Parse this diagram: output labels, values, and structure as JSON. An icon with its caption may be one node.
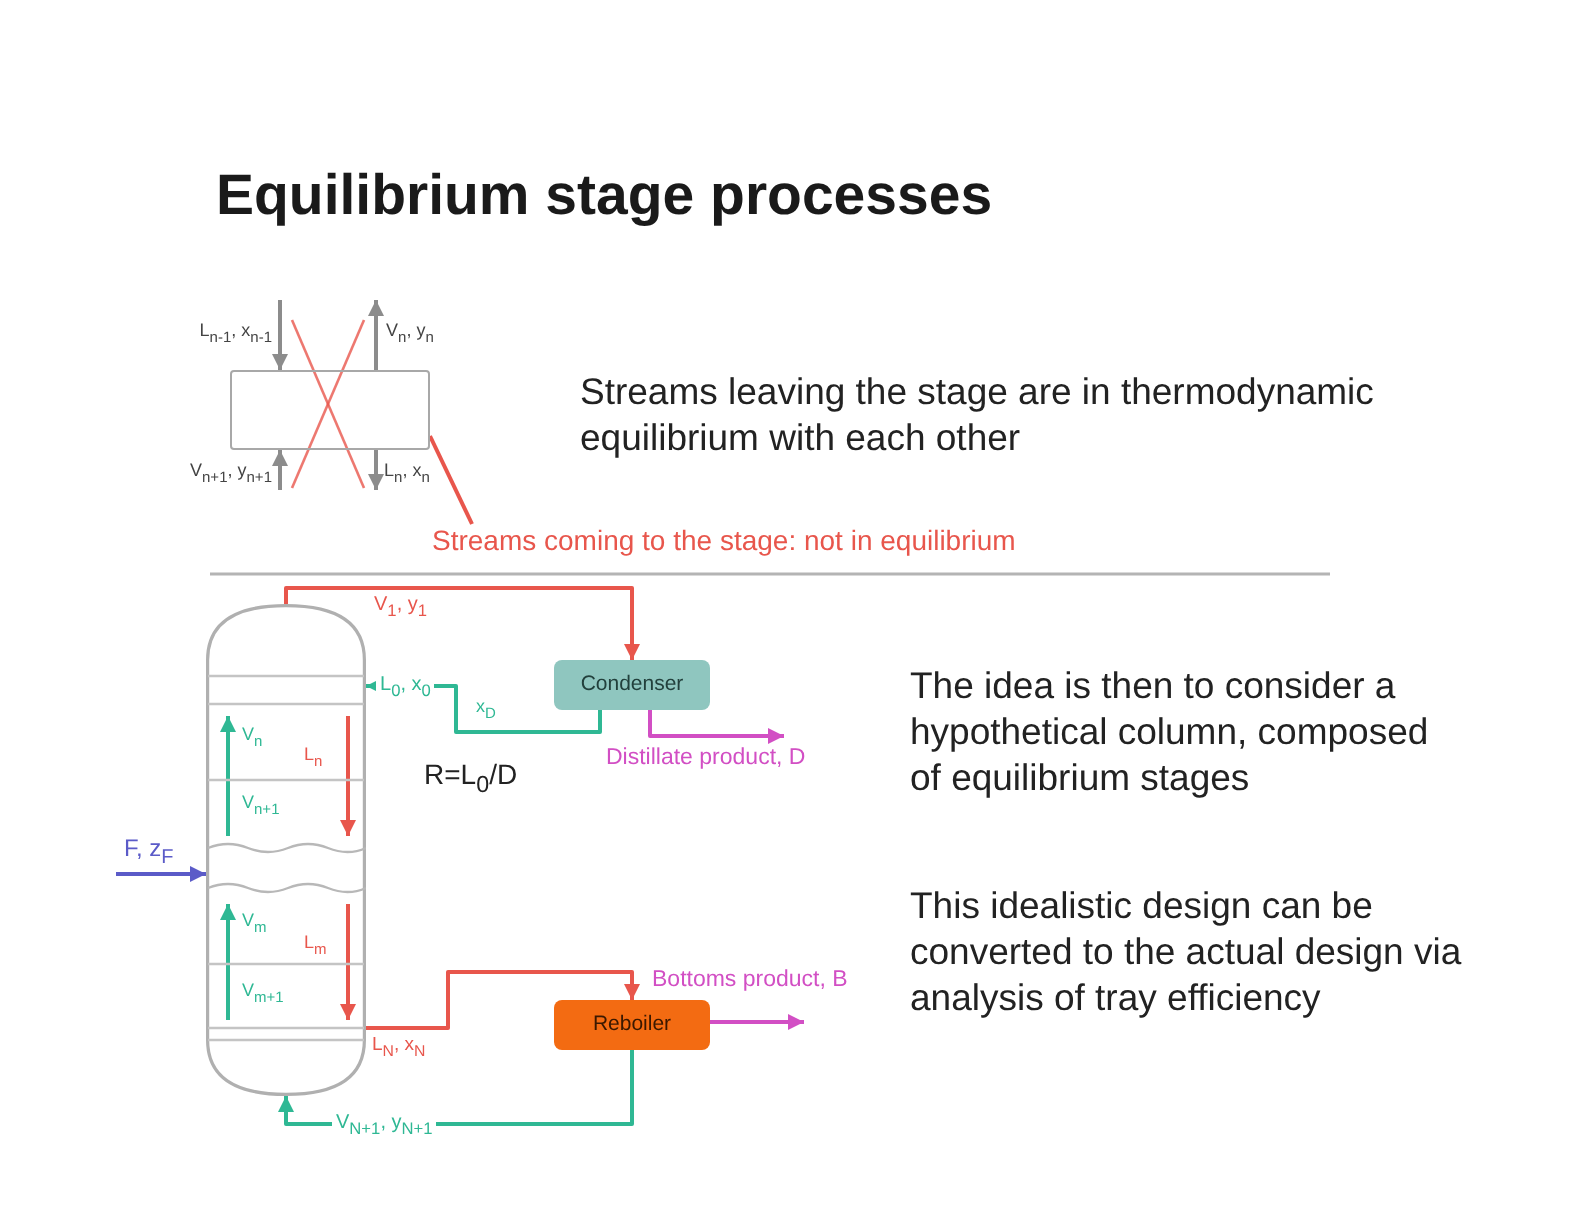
{
  "diagram": {
    "title": "Equilibrium stage processes",
    "nodes": [
      {
        "text": [],
        "shape": "box"
      },
      {
        "text": [
          "Streams coming to the stage: not in equilibrium"
        ]
      },
      {
        "text": [],
        "shape": "cylinder"
      },
      {
        "text": [
          "Condenser"
        ]
      },
      {
        "text": [
          "Reboiler"
        ]
      }
    ],
    "edges": [
      {
        "from": null,
        "to": 0,
        "arrow": "to",
        "label": "L$_{n-1}$, x$_{n-1}$"
      },
      {
        "from": 0,
        "to": null,
        "arrow": "to",
        "label": "V$_{n}$, y$_{n}$"
      },
      {
        "from": null,
        "to": 0,
        "arrow": "to",
        "label": "V$_{n+1}$, y$_{n+1}$"
      },
      {
        "from": 0,
        "to": null,
        "arrow": "to",
        "label": "L$_{n}$, x$_{n}$"
      },
      {
        "from": 1,
        "to": 0,
        "arrow": "none",
        "color": "#e8564c"
      },
      {
        "from": 2,
        "to": 3,
        "arrow": "to",
        "label": "V$_{1}$, y$_{1}$",
        "color": "#e8564c"
      },
      {
        "from": 3,
        "to": 2,
        "arrow": "to",
        "label": "L$_{0}$, x$_{0}$",
        "color": "#2fb894"
      },
      {
        "from": 3,
        "to": null,
        "arrow": "to",
        "label": "Distillate product, D",
        "color": "#d24fc4"
      },
      {
        "from": null,
        "to": 2,
        "arrow": "to",
        "label": "F, z$_{F}$",
        "color": "#5b5bc8"
      },
      {
        "from": 2,
        "to": 4,
        "arrow": "to",
        "label": "L$_{N}$, x$_{N}$",
        "color": "#e8564c"
      },
      {
        "from": 4,
        "to": null,
        "arrow": "to",
        "label": "Bottoms product, B",
        "color": "#d24fc4"
      },
      {
        "from": 4,
        "to": 2,
        "arrow": "to",
        "label": "V$_{N+1}$, y$_{N+1}$",
        "color": "#2fb894"
      }
    ],
    "labels": [
      "Streams leaving the stage are in thermodynamic equilibrium with each other",
      "x$_{D}$",
      "R=L$_{0}$/D",
      "V$_{n}$",
      "L$_{n}$",
      "V$_{n+1}$",
      "V$_{m}$",
      "L$_{m}$",
      "V$_{m+1}$",
      "The idea is then to consider a hypothetical column, composed of equilibrium stages",
      "This idealistic design can be converted to the actual design via analysis of tray efficiency"
    ]
  }
}
